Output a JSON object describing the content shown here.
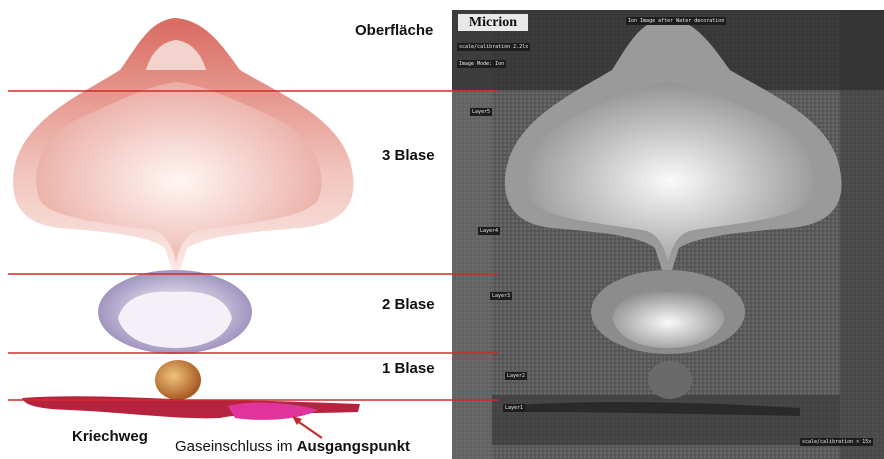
{
  "labels": {
    "surface": "Oberfläche",
    "blase3": "3 Blase",
    "blase2": "2 Blase",
    "blase1": "1 Blase",
    "creep": "Kriechweg",
    "gas_prefix": "Gaseinschluss im ",
    "gas_bold": "Ausgangspunkt"
  },
  "sem": {
    "logo": "Micrion",
    "header": "Ion Image after Water decoration",
    "scale_top": "scale/calibration 2.2lx",
    "image_mode": "Image Mode: Ion",
    "scale_bottom": "scale/calibration × 15x",
    "layers": [
      "Layer5",
      "Layer4",
      "Layer3",
      "Layer2",
      "Layer1"
    ]
  },
  "colors": {
    "guide_line": "#d42a2a",
    "bubble3": "#e07d74",
    "bubble2": "#a99bc4",
    "bubble1": "#c67a35",
    "creep": "#c4285a",
    "sem_bg": "#505050"
  }
}
